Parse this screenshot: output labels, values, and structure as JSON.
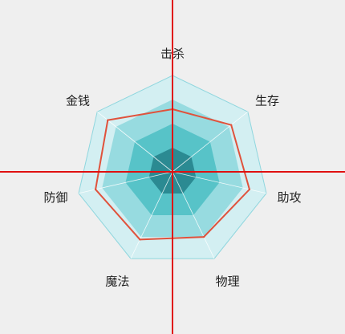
{
  "chart_data": {
    "type": "radar",
    "axes": [
      "击杀",
      "生存",
      "助攻",
      "物理",
      "魔法",
      "防御",
      "金钱"
    ],
    "max": 100,
    "levels": [
      25,
      50,
      75,
      100
    ],
    "series": [
      {
        "values": [
          65,
          78,
          82,
          75,
          78,
          82,
          86
        ]
      }
    ],
    "colors": {
      "rings": [
        "#2b8a92",
        "#57c3c8",
        "#97dbe0",
        "#d3eff2"
      ],
      "ring_stroke": "#8fd6de",
      "spoke": "#ffffff",
      "series_line": "#e0523c",
      "crosshair": "#e01010"
    }
  }
}
